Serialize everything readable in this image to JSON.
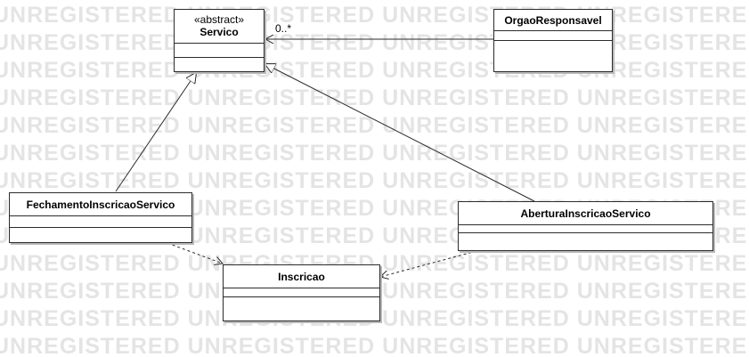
{
  "watermark": {
    "text": "UNREGISTERED",
    "rows": 13
  },
  "classes": {
    "servico": {
      "stereotype": "«abstract»",
      "name": "Servico"
    },
    "orgao": {
      "name": "OrgaoResponsavel"
    },
    "fechamento": {
      "name": "FechamentoInscricaoServico"
    },
    "abertura": {
      "name": "AberturaInscricaoServico"
    },
    "inscricao": {
      "name": "Inscricao"
    }
  },
  "associations": {
    "orgao_servico": {
      "multiplicity": "0..*"
    }
  },
  "colors": {
    "line": "#2b2b2b",
    "shadow": "#b9b9b9",
    "watermark": "#e4e4e4"
  }
}
